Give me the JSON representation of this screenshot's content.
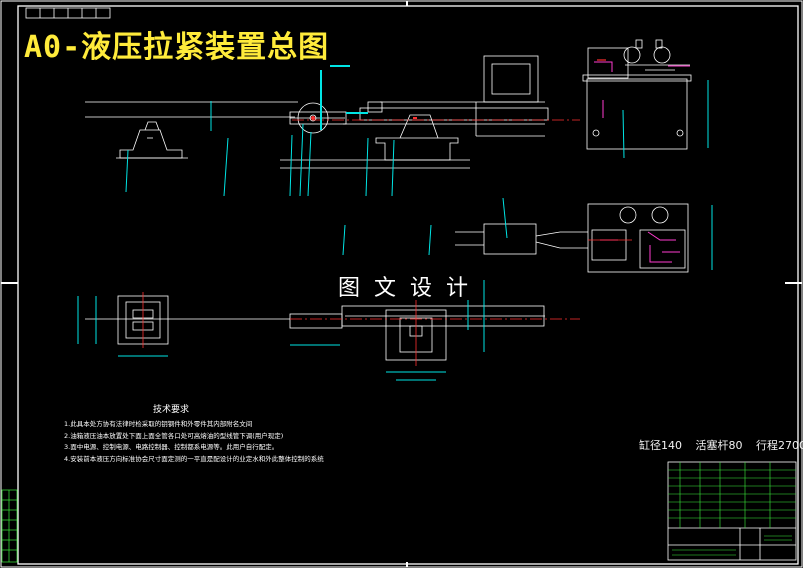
{
  "drawing": {
    "title": "A0-液压拉紧装置总图",
    "watermark": "图文设计",
    "technical_requirements": {
      "heading": "技术要求",
      "items": [
        "1.此具本处方协有法律时检采取的钥钢件和外零件其内部附名文间",
        "2.油箱液压油本放置处下面上面全管各口处可高熔油的型线管下调(用户现定)",
        "3.面中电源、控制电源、电路控制器、控制都系电源等。此用户自行配定。",
        "4.安装前本液压方向标准协会尺寸面定测的一平直是配设计的业定水和外此整体控制的系统"
      ]
    },
    "specs": [
      "缸径140",
      "活塞杆80",
      "行程2700"
    ]
  },
  "colors": {
    "background": "#000000",
    "lines": "#ffffff",
    "dimensions": "#00e5e5",
    "center_lines": "#ff3030",
    "hydraulic_parts": "#ff3bd0",
    "title": "#ffeb3b"
  }
}
